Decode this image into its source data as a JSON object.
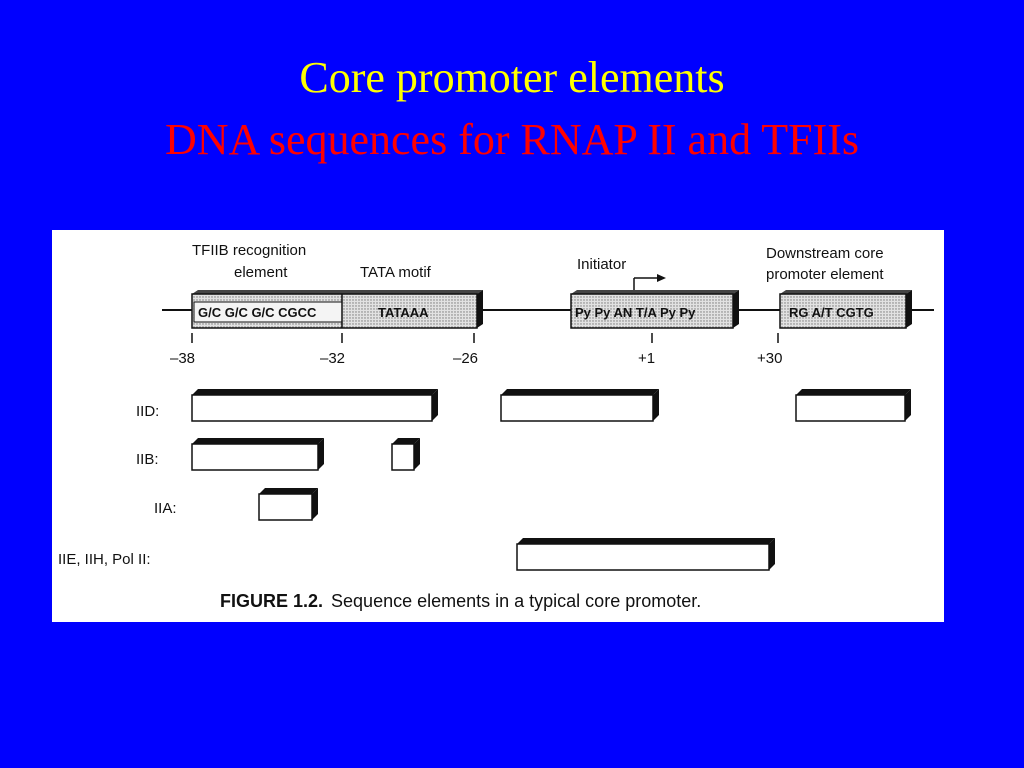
{
  "slide": {
    "title": "Core promoter elements",
    "subtitle": "DNA sequences for RNAP II and TFIIs"
  },
  "figure": {
    "labels": {
      "bre_line1": "TFIIB recognition",
      "bre_line2": "element",
      "tata": "TATA motif",
      "initiator": "Initiator",
      "dpe_line1": "Downstream core",
      "dpe_line2": "promoter element"
    },
    "sequences": {
      "bre": "G/C G/C G/C CGCC",
      "tata": "TATAAA",
      "inr": "Py Py AN T/A Py Py",
      "dpe": "RG A/T CGTG"
    },
    "positions": [
      "–38",
      "–32",
      "–26",
      "+1",
      "+30"
    ],
    "factors": [
      "IID:",
      "IIB:",
      "IIA:",
      "IIE, IIH, Pol II:"
    ],
    "caption_bold": "FIGURE 1.2.",
    "caption_text": "Sequence elements in a typical core promoter."
  }
}
